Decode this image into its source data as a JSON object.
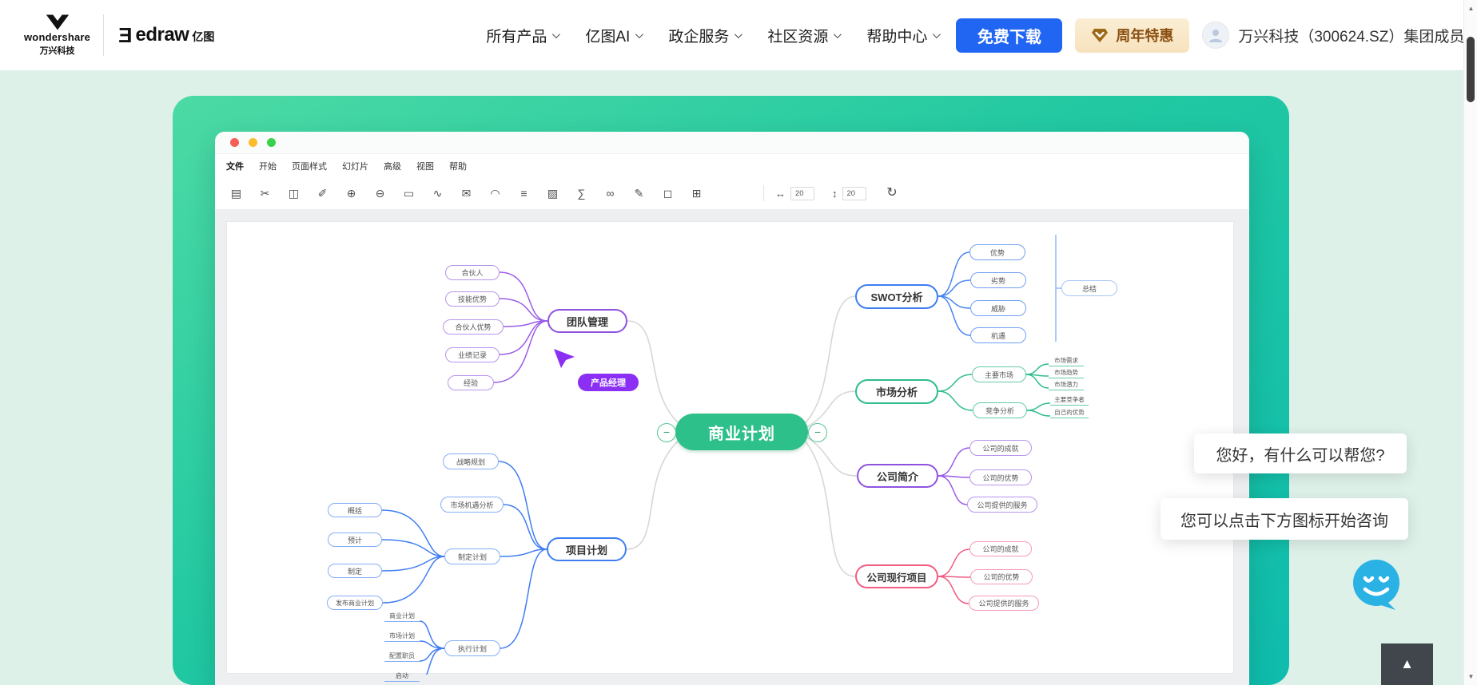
{
  "header": {
    "brand": {
      "wondershare": "wondershare",
      "wondershare_cn": "万兴科技",
      "edraw": "edraw",
      "edraw_cn": "亿图"
    },
    "nav": [
      {
        "label": "所有产品"
      },
      {
        "label": "亿图AI"
      },
      {
        "label": "政企服务"
      },
      {
        "label": "社区资源"
      },
      {
        "label": "帮助中心"
      }
    ],
    "download_label": "免费下载",
    "promo_label": "周年特惠",
    "account_label": "万兴科技（300624.SZ）集团成员"
  },
  "window": {
    "menu": [
      "文件",
      "开始",
      "页面样式",
      "幻灯片",
      "高级",
      "视图",
      "帮助"
    ],
    "toolbar": {
      "icons": [
        {
          "name": "paste-icon",
          "glyph": "▤"
        },
        {
          "name": "cut-icon",
          "glyph": "✂"
        },
        {
          "name": "copy-icon",
          "glyph": "◫"
        },
        {
          "name": "format-painter-icon",
          "glyph": "✐"
        },
        {
          "name": "insert-topic-icon",
          "glyph": "⊕"
        },
        {
          "name": "insert-subtopic-icon",
          "glyph": "⊖"
        },
        {
          "name": "shape-icon",
          "glyph": "▭"
        },
        {
          "name": "connector-icon",
          "glyph": "∿"
        },
        {
          "name": "comment-icon",
          "glyph": "✉"
        },
        {
          "name": "callout-icon",
          "glyph": "◠"
        },
        {
          "name": "outline-icon",
          "glyph": "≡"
        },
        {
          "name": "image-icon",
          "glyph": "▨"
        },
        {
          "name": "formula-icon",
          "glyph": "∑"
        },
        {
          "name": "hyperlink-icon",
          "glyph": "∞"
        },
        {
          "name": "pencil-icon",
          "glyph": "✎"
        },
        {
          "name": "note-icon",
          "glyph": "◻"
        },
        {
          "name": "table-icon",
          "glyph": "⊞"
        }
      ],
      "h_spacing": "20",
      "v_spacing": "20"
    }
  },
  "mindmap": {
    "center": "商业计划",
    "cursor_label": "产品经理",
    "branches": [
      {
        "label": "团队管理",
        "color": "#8f52e0",
        "children": [
          "合伙人",
          "技能优势",
          "合伙人优势",
          "业绩记录",
          "经验"
        ]
      },
      {
        "label": "项目计划",
        "color": "#3f7ef2",
        "children": [
          "战略规划",
          "市场机遇分析",
          "制定计划",
          "执行计划"
        ],
        "grandchildren": {
          "zhiding": [
            "概括",
            "预计",
            "制定",
            "发布商业计划"
          ],
          "zhixing": [
            "商业计划",
            "市场计划",
            "配置职员",
            "启动"
          ]
        }
      },
      {
        "label": "SWOT分析",
        "color": "#3f7ef2",
        "children": [
          "优势",
          "劣势",
          "威胁",
          "机遇"
        ],
        "summary": "总结"
      },
      {
        "label": "市场分析",
        "color": "#2ebd8c",
        "children": [
          "主要市场",
          "竞争分析"
        ],
        "leaves": {
          "zhuyao": [
            "市场需求",
            "市场趋势",
            "市场潜力"
          ],
          "jingzheng": [
            "主要竞争者",
            "自己的优势"
          ]
        }
      },
      {
        "label": "公司简介",
        "color": "#8f52e0",
        "children": [
          "公司的成就",
          "公司的优势",
          "公司提供的服务"
        ]
      },
      {
        "label": "公司现行项目",
        "color": "#f25b82",
        "children": [
          "公司的成就",
          "公司的优势",
          "公司提供的服务"
        ]
      }
    ]
  },
  "chat": {
    "messages": [
      "您好，有什么可以帮您?",
      "您可以点击下方图标开始咨询"
    ]
  }
}
